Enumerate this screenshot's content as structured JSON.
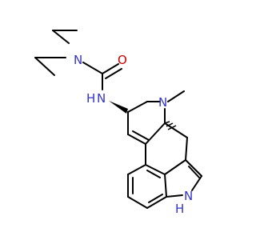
{
  "atoms": {
    "n_amine": {
      "label": "N",
      "color": "#3333cc"
    },
    "o_carbonyl": {
      "label": "O",
      "color": "#cc0000"
    },
    "nh_amide": {
      "label": "H",
      "label2": "N",
      "color": "#3333cc"
    },
    "n_ring": {
      "label": "N",
      "color": "#3333cc"
    },
    "nh_indole": {
      "label": "N",
      "label2": "H",
      "color": "#3333cc"
    }
  },
  "colors": {
    "bond": "#000000",
    "background": "#ffffff"
  }
}
